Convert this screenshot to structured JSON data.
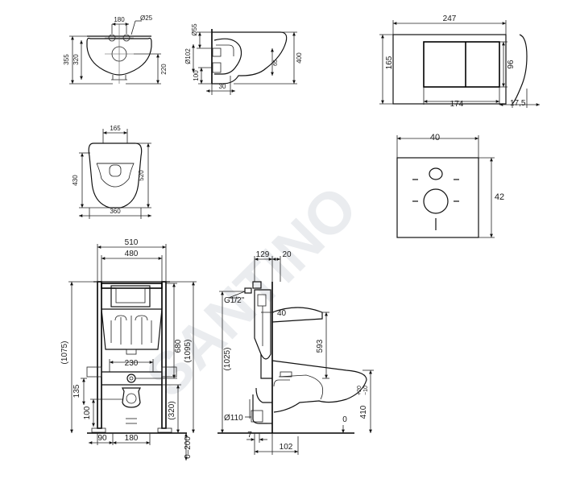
{
  "watermark": "SANTINO",
  "bowl_front": {
    "dims": {
      "top": "180",
      "hole": "Ø25",
      "left_outer": "355",
      "left_inner": "320",
      "right": "220"
    }
  },
  "bowl_side": {
    "dims": {
      "d55": "Ø55",
      "d102": "Ø102",
      "h100": "100",
      "w30": "30",
      "h65": "65",
      "h400": "400"
    }
  },
  "seat_top": {
    "dims": {
      "top": "165",
      "left": "430",
      "right": "520",
      "bottom": "360"
    }
  },
  "flush_plate": {
    "dims": {
      "width": "247",
      "height": "165",
      "inner_height": "96",
      "inner_width": "174",
      "depth": "17,5"
    }
  },
  "soundproof_pad": {
    "dims": {
      "width": "40",
      "height": "42"
    }
  },
  "frame_front": {
    "dims": {
      "outer_width": "510",
      "inner_width": "480",
      "h1075": "(1075)",
      "h680": "680",
      "h1095": "(1095)",
      "w230": "230",
      "h135": "135",
      "h100": "100",
      "h320": "(320)",
      "w90": "90",
      "w180": "180",
      "adj": "0–200"
    }
  },
  "frame_side": {
    "dims": {
      "w129": "129",
      "w20": "20",
      "g12": "G1/2\"",
      "w40": "40",
      "h1025": "(1025)",
      "h593": "593",
      "h410": "410",
      "tol_plus": "+20",
      "tol_minus": "−10",
      "d110": "Ø110",
      "zero": "0",
      "w7": "7",
      "w102": "102"
    }
  }
}
